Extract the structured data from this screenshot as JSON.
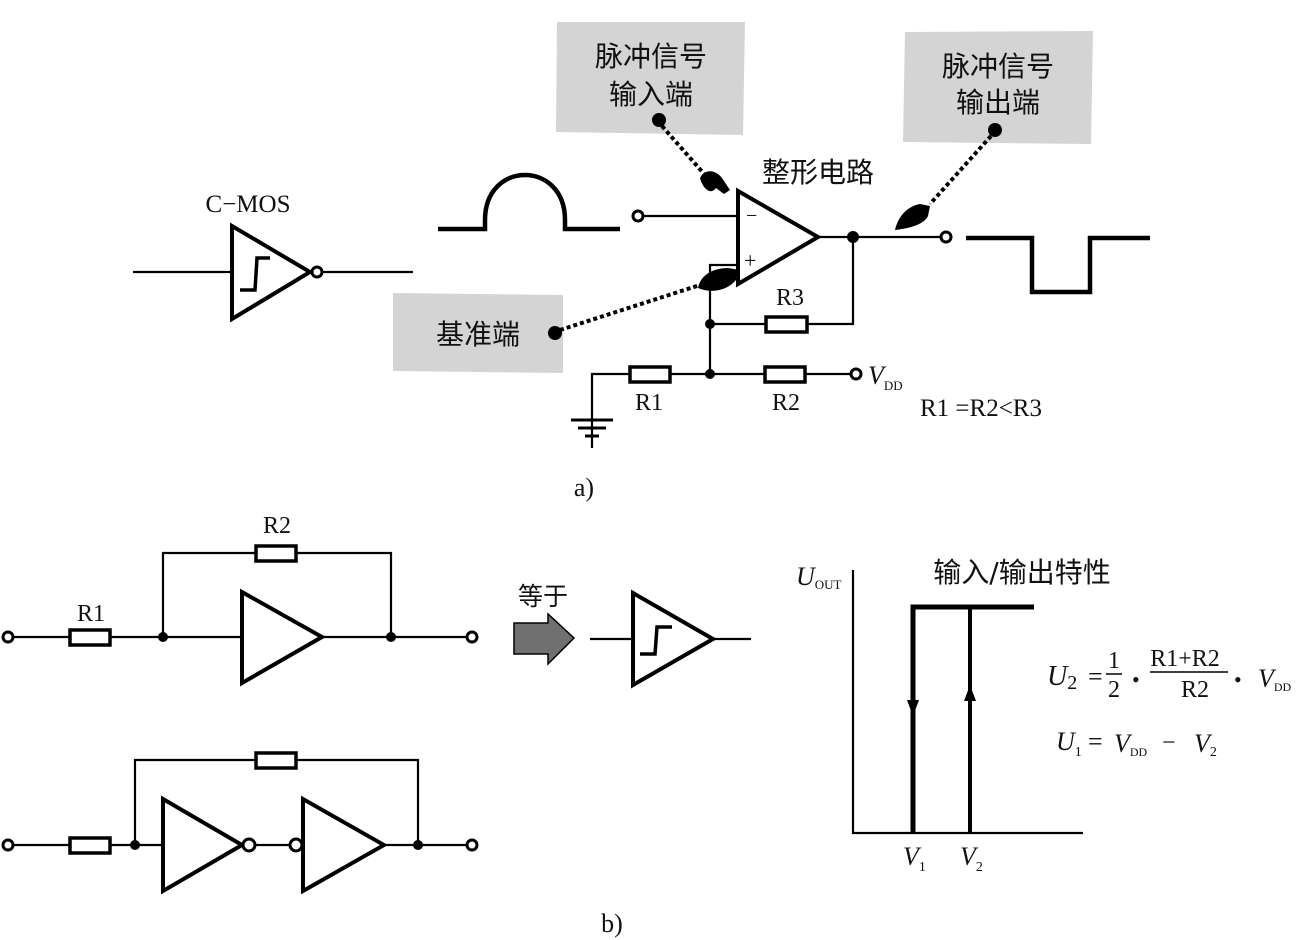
{
  "figure_a": {
    "caption": "a)",
    "cmos_label": "C−MOS",
    "title": "整形电路",
    "callout_input": [
      "脉冲信号",
      "输入端"
    ],
    "callout_output": [
      "脉冲信号",
      "输出端"
    ],
    "callout_reference": "基准端",
    "opamp_minus": "−",
    "opamp_plus": "+",
    "r1_label": "R1",
    "r2_label": "R2",
    "r3_label": "R3",
    "vdd_main": "V",
    "vdd_sub": "DD",
    "relation": "R1 =R2<R3"
  },
  "figure_b": {
    "caption": "b)",
    "r1_label": "R1",
    "r2_label": "R2",
    "equals_label": "等于",
    "chart_title": "输入/输出特性",
    "y_axis_main": "U",
    "y_axis_sub": "OUT",
    "x_tick_v1_main": "V",
    "x_tick_v1_sub": "1",
    "x_tick_v2_main": "V",
    "x_tick_v2_sub": "2",
    "eq1": {
      "lhs_main": "U",
      "lhs_sub": "2",
      "eq": "=",
      "frac1_num": "1",
      "frac1_den": "2",
      "dot": "•",
      "frac2_num": "R1+R2",
      "frac2_den": "R2",
      "dot2": "•",
      "v_main": "V",
      "v_sub": "DD"
    },
    "eq2": {
      "lhs_main": "U",
      "lhs_sub": "1",
      "eq": "=",
      "v_main": "V",
      "v_sub": "DD",
      "minus": "−",
      "v2_main": "V",
      "v2_sub": "2"
    }
  }
}
